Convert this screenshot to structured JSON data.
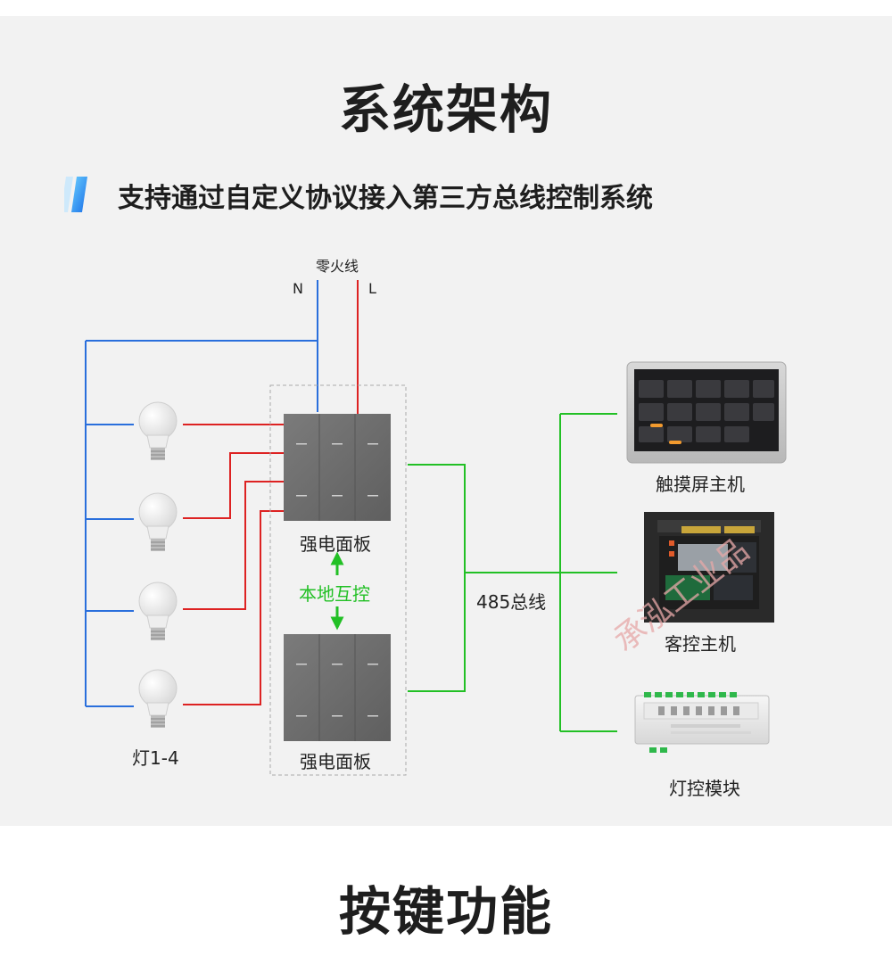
{
  "header": {
    "title": "系统架构",
    "subtitle": "支持通过自定义协议接入第三方总线控制系统"
  },
  "diagram": {
    "power_label": "零火线",
    "neutral_label": "N",
    "live_label": "L",
    "lamps_label": "灯1-4",
    "panel_top_label": "强电面板",
    "panel_bottom_label": "强电面板",
    "interlink_label": "本地互控",
    "bus_label": "485总线",
    "devices": [
      {
        "name": "触摸屏主机"
      },
      {
        "name": "客控主机"
      },
      {
        "name": "灯控模块"
      }
    ],
    "watermark": "承泓工业品"
  },
  "footer": {
    "title": "按键功能"
  },
  "colors": {
    "neutral_wire": "#2a6fdc",
    "live_wire": "#dd2222",
    "bus_wire": "#22c025",
    "panel": "#707070",
    "title": "#1e1e1e"
  }
}
